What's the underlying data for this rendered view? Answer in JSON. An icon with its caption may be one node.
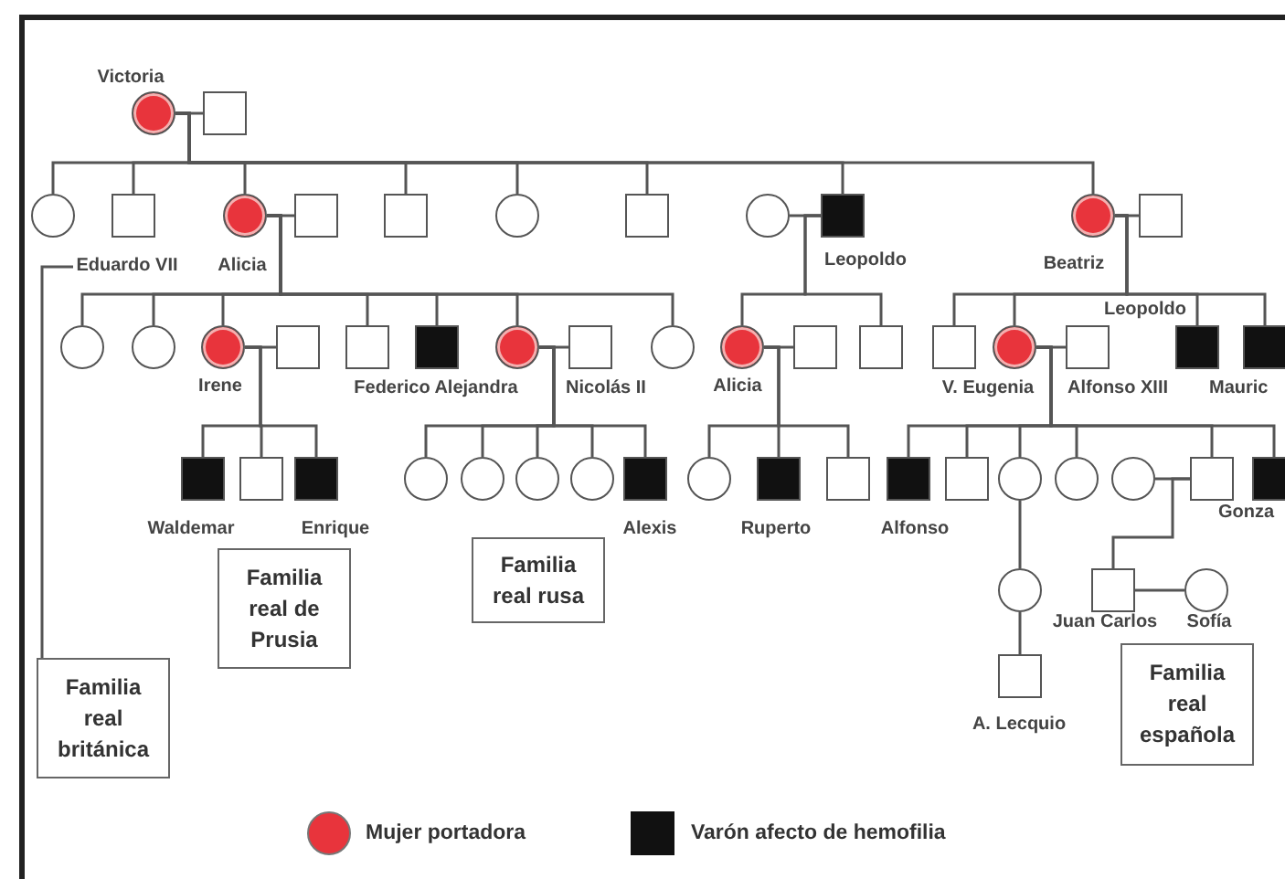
{
  "diagram": {
    "nodes": [
      {
        "text": [],
        "shape": "disc",
        "beside": [
          "Victoria"
        ]
      },
      {
        "text": [],
        "shape": "box"
      },
      {
        "text": [],
        "shape": "circle"
      },
      {
        "text": [],
        "shape": "box",
        "beside": [
          "Eduardo VII"
        ]
      },
      {
        "text": [],
        "shape": "disc",
        "beside": [
          "Alicia"
        ]
      },
      {
        "text": [],
        "shape": "box"
      },
      {
        "text": [],
        "shape": "box"
      },
      {
        "text": [],
        "shape": "circle"
      },
      {
        "text": [],
        "shape": "box"
      },
      {
        "text": [],
        "shape": "circle"
      },
      {
        "text": [],
        "shape": "block",
        "beside": [
          "Leopoldo"
        ]
      },
      {
        "text": [],
        "shape": "disc",
        "beside": [
          "Beatriz"
        ]
      },
      {
        "text": [],
        "shape": "box"
      },
      {
        "text": [],
        "shape": "circle"
      },
      {
        "text": [],
        "shape": "circle"
      },
      {
        "text": [],
        "shape": "disc",
        "beside": [
          "Irene"
        ]
      },
      {
        "text": [],
        "shape": "box"
      },
      {
        "text": [],
        "shape": "box"
      },
      {
        "text": [],
        "shape": "block",
        "beside": [
          "Federico"
        ]
      },
      {
        "text": [],
        "shape": "disc",
        "beside": [
          "Alejandra"
        ]
      },
      {
        "text": [],
        "shape": "box",
        "beside": [
          "Nicolás II"
        ]
      },
      {
        "text": [],
        "shape": "circle"
      },
      {
        "text": [],
        "shape": "disc",
        "beside": [
          "Alicia"
        ]
      },
      {
        "text": [],
        "shape": "box"
      },
      {
        "text": [],
        "shape": "box"
      },
      {
        "text": [],
        "shape": "box"
      },
      {
        "text": [],
        "shape": "disc",
        "beside": [
          "V. Eugenia"
        ]
      },
      {
        "text": [],
        "shape": "box",
        "beside": [
          "Alfonso XIII"
        ]
      },
      {
        "text": [],
        "shape": "block",
        "beside": [
          "Leopoldo"
        ]
      },
      {
        "text": [],
        "shape": "block",
        "beside": [
          "Mauric"
        ]
      },
      {
        "text": [],
        "shape": "block",
        "beside": [
          "Waldemar"
        ]
      },
      {
        "text": [],
        "shape": "box"
      },
      {
        "text": [],
        "shape": "block",
        "beside": [
          "Enrique"
        ]
      },
      {
        "text": [],
        "shape": "circle"
      },
      {
        "text": [],
        "shape": "circle"
      },
      {
        "text": [],
        "shape": "circle"
      },
      {
        "text": [],
        "shape": "circle"
      },
      {
        "text": [],
        "shape": "block",
        "beside": [
          "Alexis"
        ]
      },
      {
        "text": [],
        "shape": "circle"
      },
      {
        "text": [],
        "shape": "block",
        "beside": [
          "Ruperto"
        ]
      },
      {
        "text": [],
        "shape": "box"
      },
      {
        "text": [],
        "shape": "block",
        "beside": [
          "Alfonso"
        ]
      },
      {
        "text": [],
        "shape": "box"
      },
      {
        "text": [],
        "shape": "circle"
      },
      {
        "text": [],
        "shape": "circle"
      },
      {
        "text": [],
        "shape": "circle"
      },
      {
        "text": [],
        "shape": "box"
      },
      {
        "text": [],
        "shape": "block",
        "beside": [
          "Gonza"
        ]
      },
      {
        "text": [],
        "shape": "circle"
      },
      {
        "text": [],
        "shape": "box",
        "beside": [
          "Juan Carlos"
        ]
      },
      {
        "text": [],
        "shape": "circle",
        "beside": [
          "Sofía"
        ]
      },
      {
        "text": [],
        "shape": "box",
        "beside": [
          "A. Lecquio"
        ]
      },
      {
        "text": [
          "Familia real de Prusia"
        ]
      },
      {
        "text": [
          "Familia real rusa"
        ]
      },
      {
        "text": [
          "Familia real británica"
        ]
      },
      {
        "text": [
          "Familia real española"
        ]
      }
    ],
    "edges": [
      {
        "from": 0,
        "to": 1,
        "arrow": "none"
      },
      {
        "from": 0,
        "to": 2,
        "arrow": "none"
      },
      {
        "from": 0,
        "to": 3,
        "arrow": "none"
      },
      {
        "from": 0,
        "to": 4,
        "arrow": "none"
      },
      {
        "from": 0,
        "to": 6,
        "arrow": "none"
      },
      {
        "from": 0,
        "to": 7,
        "arrow": "none"
      },
      {
        "from": 0,
        "to": 8,
        "arrow": "none"
      },
      {
        "from": 0,
        "to": 10,
        "arrow": "none"
      },
      {
        "from": 0,
        "to": 11,
        "arrow": "none"
      },
      {
        "from": 4,
        "to": 5,
        "arrow": "none"
      },
      {
        "from": 9,
        "to": 10,
        "arrow": "none"
      },
      {
        "from": 11,
        "to": 12,
        "arrow": "none"
      },
      {
        "from": 4,
        "to": 13,
        "arrow": "none"
      },
      {
        "from": 4,
        "to": 14,
        "arrow": "none"
      },
      {
        "from": 4,
        "to": 15,
        "arrow": "none"
      },
      {
        "from": 4,
        "to": 17,
        "arrow": "none"
      },
      {
        "from": 4,
        "to": 18,
        "arrow": "none"
      },
      {
        "from": 4,
        "to": 19,
        "arrow": "none"
      },
      {
        "from": 4,
        "to": 21,
        "arrow": "none"
      },
      {
        "from": 10,
        "to": 22,
        "arrow": "none"
      },
      {
        "from": 10,
        "to": 24,
        "arrow": "none"
      },
      {
        "from": 11,
        "to": 25,
        "arrow": "none"
      },
      {
        "from": 11,
        "to": 26,
        "arrow": "none"
      },
      {
        "from": 11,
        "to": 28,
        "arrow": "none"
      },
      {
        "from": 11,
        "to": 29,
        "arrow": "none"
      },
      {
        "from": 15,
        "to": 16,
        "arrow": "none"
      },
      {
        "from": 19,
        "to": 20,
        "arrow": "none"
      },
      {
        "from": 22,
        "to": 23,
        "arrow": "none"
      },
      {
        "from": 26,
        "to": 27,
        "arrow": "none"
      },
      {
        "from": 15,
        "to": 30,
        "arrow": "none"
      },
      {
        "from": 15,
        "to": 31,
        "arrow": "none"
      },
      {
        "from": 15,
        "to": 32,
        "arrow": "none"
      },
      {
        "from": 19,
        "to": 33,
        "arrow": "none"
      },
      {
        "from": 19,
        "to": 34,
        "arrow": "none"
      },
      {
        "from": 19,
        "to": 35,
        "arrow": "none"
      },
      {
        "from": 19,
        "to": 36,
        "arrow": "none"
      },
      {
        "from": 19,
        "to": 37,
        "arrow": "none"
      },
      {
        "from": 22,
        "to": 38,
        "arrow": "none"
      },
      {
        "from": 22,
        "to": 39,
        "arrow": "none"
      },
      {
        "from": 22,
        "to": 40,
        "arrow": "none"
      },
      {
        "from": 26,
        "to": 41,
        "arrow": "none"
      },
      {
        "from": 26,
        "to": 42,
        "arrow": "none"
      },
      {
        "from": 26,
        "to": 43,
        "arrow": "none"
      },
      {
        "from": 26,
        "to": 44,
        "arrow": "none"
      },
      {
        "from": 26,
        "to": 46,
        "arrow": "none"
      },
      {
        "from": 26,
        "to": 47,
        "arrow": "none"
      },
      {
        "from": 45,
        "to": 46,
        "arrow": "none"
      },
      {
        "from": 46,
        "to": 49,
        "arrow": "none"
      },
      {
        "from": 49,
        "to": 50,
        "arrow": "none"
      },
      {
        "from": 43,
        "to": 48,
        "arrow": "none"
      },
      {
        "from": 48,
        "to": 51,
        "arrow": "none"
      },
      {
        "from": 54,
        "to": 3,
        "arrow": "none"
      }
    ],
    "legend": [
      {
        "text": "Mujer portadora",
        "color": "#e8343c"
      },
      {
        "text": "Varón afecto de hemofilia",
        "color": "#111111"
      }
    ]
  }
}
